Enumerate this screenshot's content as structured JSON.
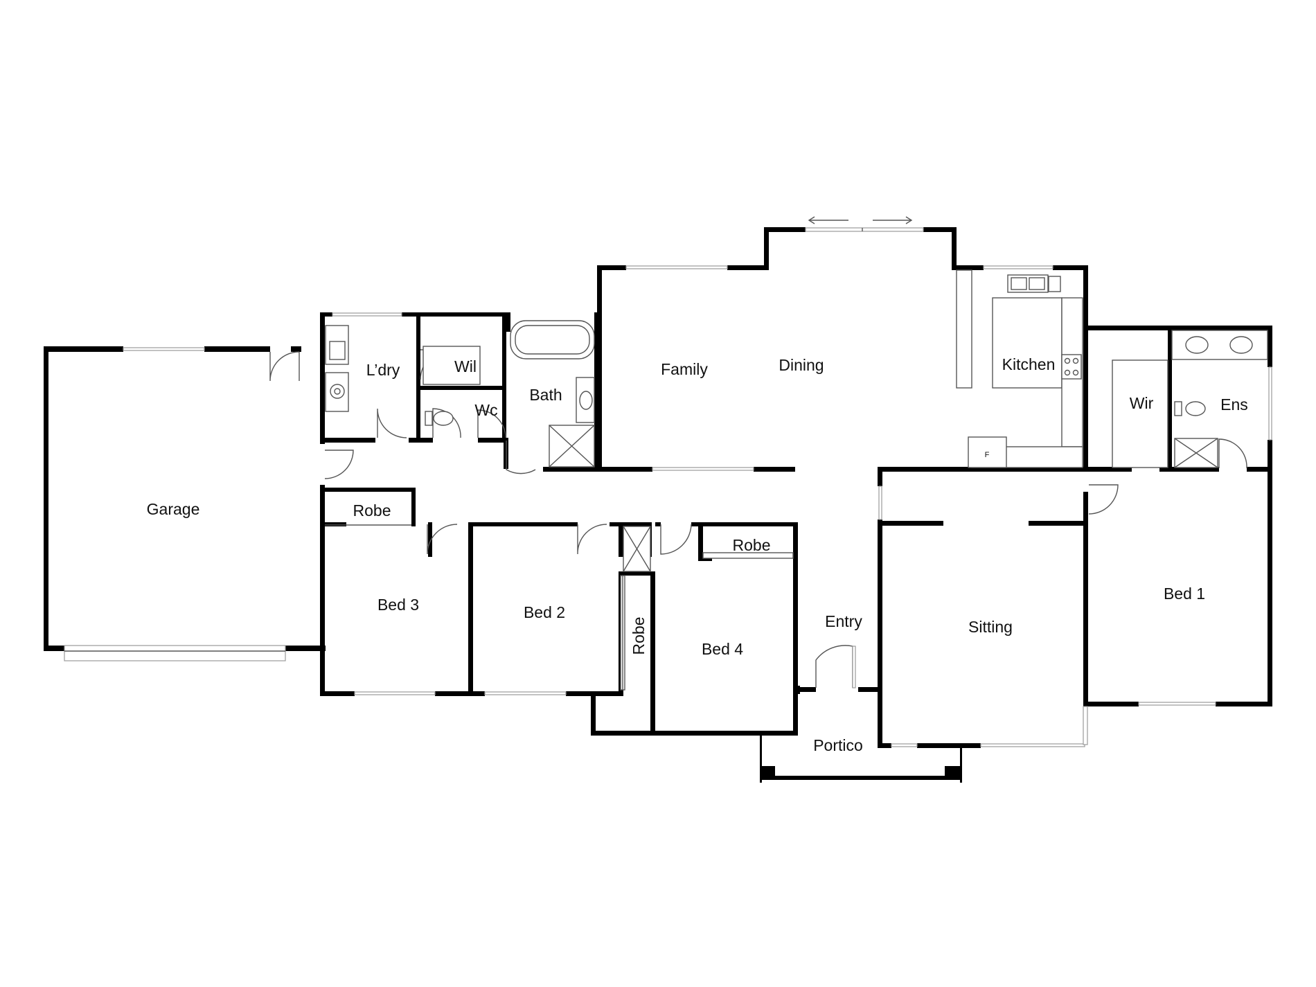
{
  "rooms": {
    "garage": "Garage",
    "laundry": "L’dry",
    "wil": "Wil",
    "wc": "Wc",
    "bath": "Bath",
    "family": "Family",
    "dining": "Dining",
    "kitchen": "Kitchen",
    "wir": "Wir",
    "ensuite": "Ens",
    "robe_bed3": "Robe",
    "robe_bed4": "Robe",
    "robe_bed2": "Robe",
    "bed3": "Bed 3",
    "bed2": "Bed 2",
    "bed4": "Bed 4",
    "entry": "Entry",
    "sitting": "Sitting",
    "bed1": "Bed 1",
    "portico": "Portico"
  },
  "fixtures": {
    "fridge_label": "F"
  }
}
